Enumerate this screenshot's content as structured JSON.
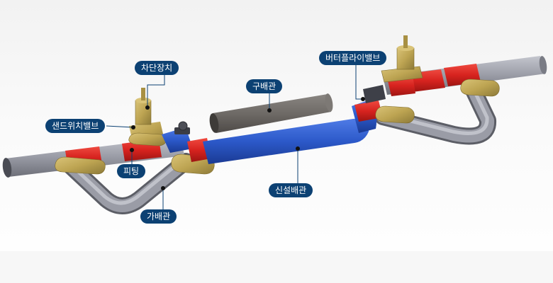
{
  "callouts": {
    "shutoff_device": "차단장치",
    "sandwich_valve": "샌드위치밸브",
    "fitting": "피팅",
    "temporary_pipe": "가배관",
    "old_pipe": "구배관",
    "new_pipe": "신설배관",
    "butterfly_valve": "버터플라이밸브"
  },
  "colors": {
    "callout_bg": "#0c4173",
    "callout_text": "#ffffff",
    "existing_pipe": "#9a9ca6",
    "new_pipe": "#2c59c9",
    "fitting_sleeve": "#d7231f",
    "valve_body": "#bda452",
    "old_pipe": "#6e6a66"
  }
}
